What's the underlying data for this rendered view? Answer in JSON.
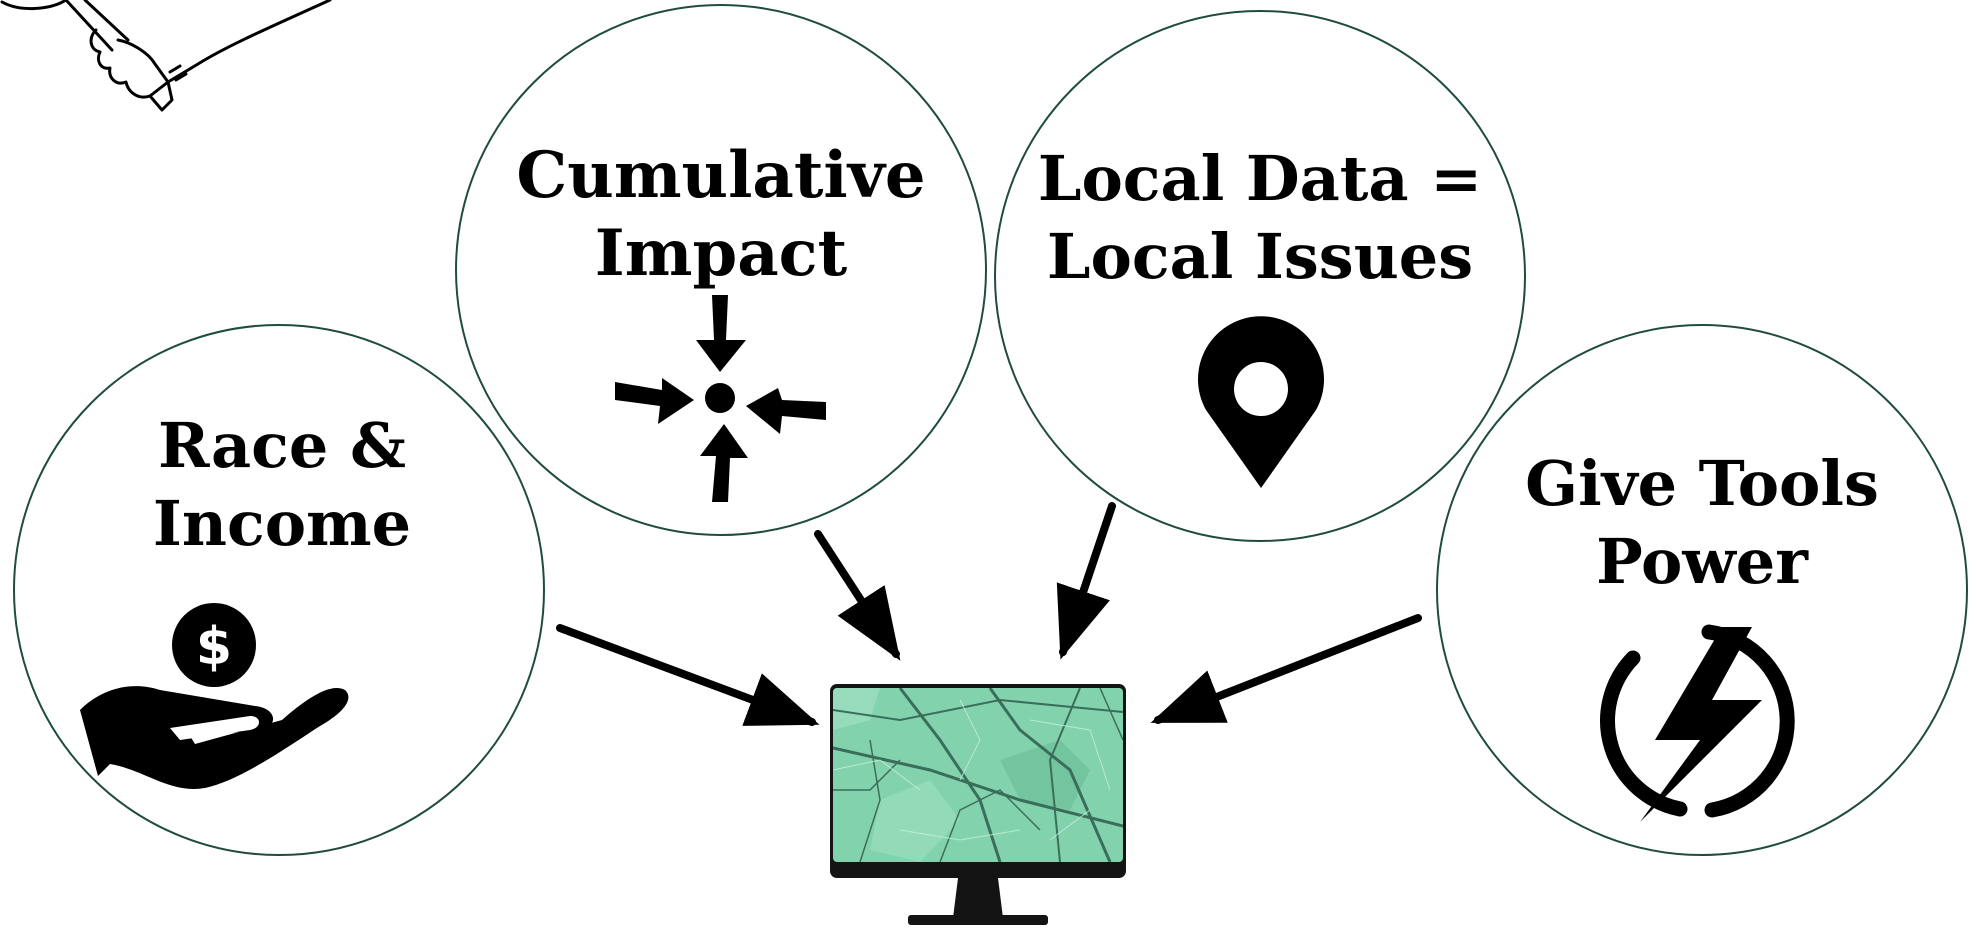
{
  "colors": {
    "circle_stroke": "#1f4d3a",
    "ink": "#000000",
    "map_base": "#82d2ae",
    "map_light": "#a3e2c4",
    "map_road": "#3b6e5a"
  },
  "circles": [
    {
      "id": "cumulative-impact",
      "lines": [
        "Cumulative",
        "Impact"
      ],
      "icon": "converging-arrows-icon"
    },
    {
      "id": "local-data",
      "lines": [
        "Local Data =",
        "Local Issues"
      ],
      "icon": "map-pin-icon"
    },
    {
      "id": "race-income",
      "lines": [
        "Race &",
        "Income"
      ],
      "icon": "hand-coin-icon"
    },
    {
      "id": "give-tools-power",
      "lines": [
        "Give Tools",
        "Power"
      ],
      "icon": "power-bolt-icon"
    }
  ],
  "center": {
    "icon": "computer-monitor-map-icon"
  },
  "decoration": {
    "icon": "hand-drawing-sketch-icon"
  }
}
